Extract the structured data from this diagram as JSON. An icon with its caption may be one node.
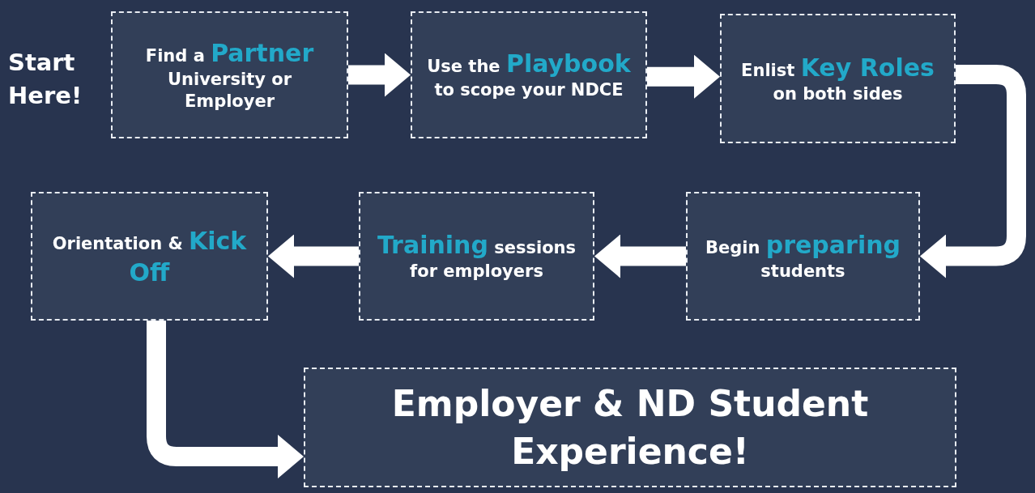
{
  "diagram": {
    "nodes": [
      {
        "text": [
          "Find a **Partner** University or Employer"
        ]
      },
      {
        "text": [
          "Use the **Playbook** to scope your NDCE"
        ]
      },
      {
        "text": [
          "Enlist **Key Roles** on both sides"
        ]
      },
      {
        "text": [
          "Begin **preparing** students"
        ]
      },
      {
        "text": [
          "**Training** sessions for employers"
        ]
      },
      {
        "text": [
          "Orientation & **Kick Off**"
        ]
      },
      {
        "text": [
          "Employer & ND Student Experience!"
        ]
      }
    ],
    "edges": [
      {
        "from": 0,
        "to": 1,
        "arrow": "to"
      },
      {
        "from": 1,
        "to": 2,
        "arrow": "to"
      },
      {
        "from": 2,
        "to": 3,
        "arrow": "to"
      },
      {
        "from": 3,
        "to": 4,
        "arrow": "to"
      },
      {
        "from": 4,
        "to": 5,
        "arrow": "to"
      },
      {
        "from": 5,
        "to": 6,
        "arrow": "to"
      }
    ],
    "labels": [
      "Start Here!"
    ]
  }
}
